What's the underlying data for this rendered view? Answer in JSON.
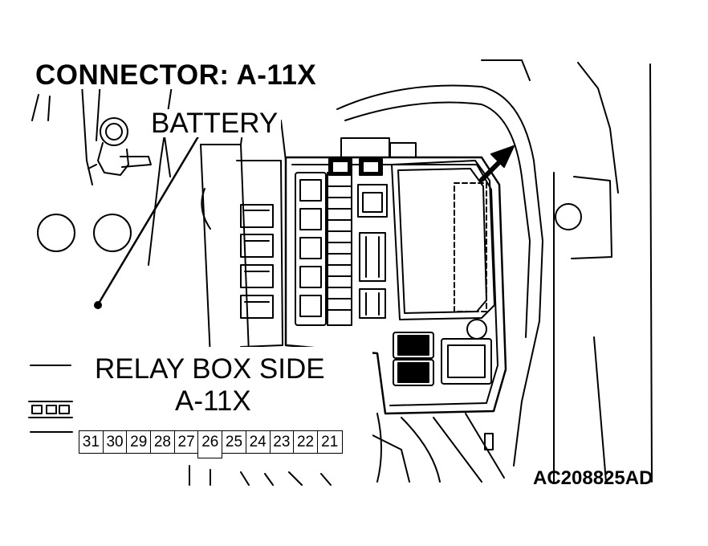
{
  "title": "CONNECTOR: A-11X",
  "callout_battery": "BATTERY",
  "relay_box": {
    "label": "RELAY BOX SIDE",
    "code": "A-11X",
    "pins": [
      "31",
      "30",
      "29",
      "28",
      "27",
      "26",
      "25",
      "24",
      "23",
      "22",
      "21"
    ]
  },
  "figure_code": "AC208825AD",
  "colors": {
    "line": "#000000",
    "background": "#ffffff"
  }
}
